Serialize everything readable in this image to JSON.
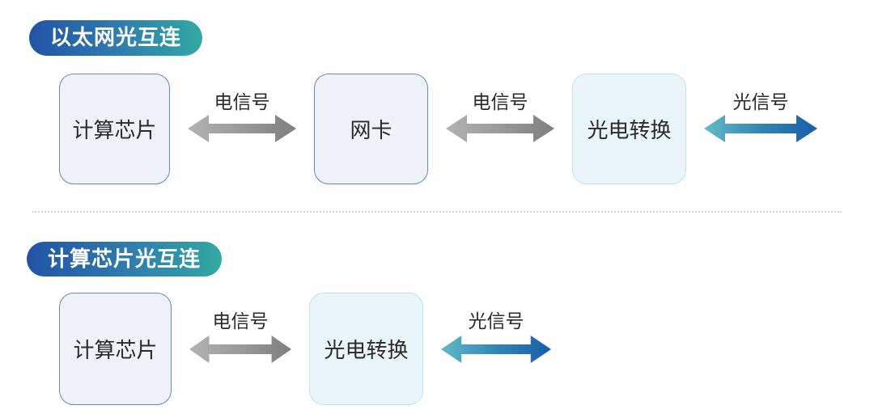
{
  "sections": [
    {
      "title": "以太网光互连",
      "nodes": [
        {
          "label": "计算芯片",
          "style": "electrical"
        },
        {
          "label": "网卡",
          "style": "electrical"
        },
        {
          "label": "光电转换",
          "style": "optical"
        }
      ],
      "connectors": [
        {
          "label": "电信号",
          "type": "electrical-signal"
        },
        {
          "label": "电信号",
          "type": "electrical-signal"
        },
        {
          "label": "光信号",
          "type": "optical-signal"
        }
      ]
    },
    {
      "title": "计算芯片光互连",
      "nodes": [
        {
          "label": "计算芯片",
          "style": "electrical"
        },
        {
          "label": "光电转换",
          "style": "optical"
        }
      ],
      "connectors": [
        {
          "label": "电信号",
          "type": "electrical-signal"
        },
        {
          "label": "光信号",
          "type": "optical-signal"
        }
      ]
    }
  ],
  "colors": {
    "pill_gradient_start": "#2253a6",
    "pill_gradient_end": "#31a9a1",
    "electrical_node_fill": "#eef1f8",
    "electrical_node_border": "#6189c4",
    "optical_node_fill": "#e9f5f8",
    "optical_node_border": "#bfe2ea",
    "electrical_arrow_start": "#b3b3b5",
    "electrical_arrow_end": "#7f7f82",
    "optical_arrow_start": "#63bac9",
    "optical_arrow_end": "#1a5ea9",
    "text": "#2a2a2a",
    "divider": "#d4d4d4"
  }
}
